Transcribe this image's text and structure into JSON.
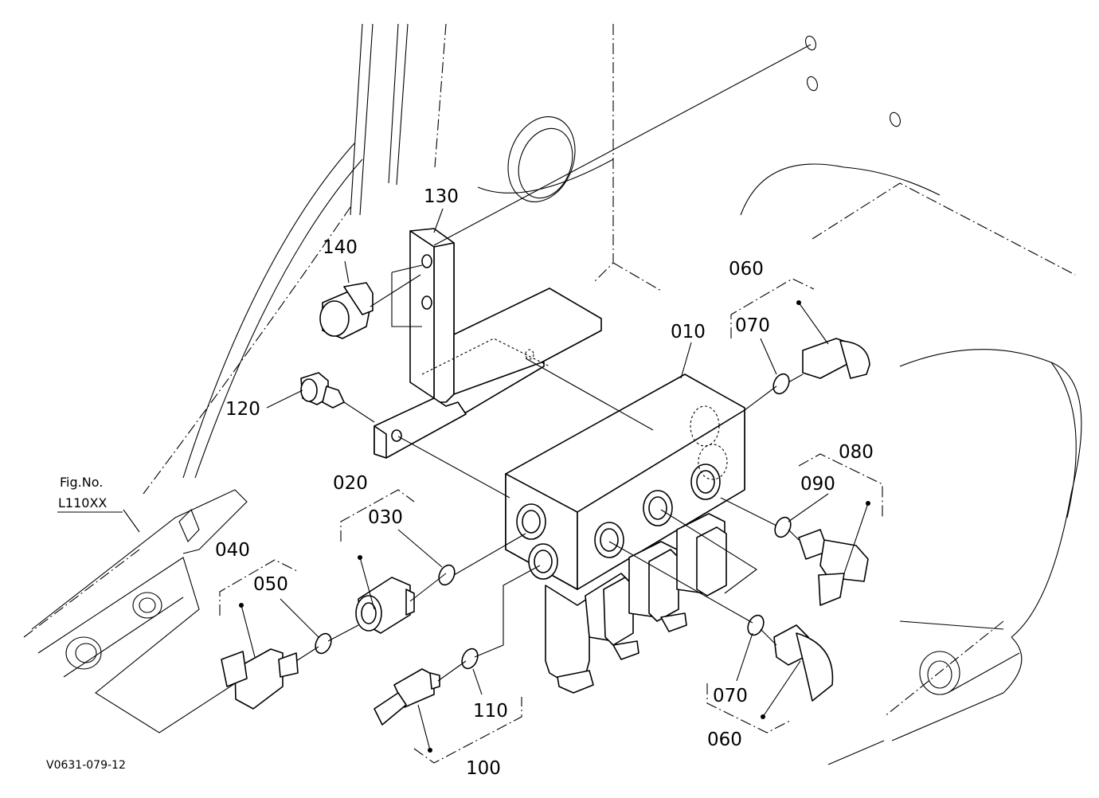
{
  "figure": {
    "fig_no_label": "Fig.No.",
    "fig_no_value": "L110XX",
    "drawing_code": "V0631-079-12"
  },
  "callouts": {
    "p010": "010",
    "p020": "020",
    "p030": "030",
    "p040": "040",
    "p050": "050",
    "p060a": "060",
    "p070a": "070",
    "p060b": "060",
    "p070b": "070",
    "p080": "080",
    "p090": "090",
    "p100": "100",
    "p110": "110",
    "p120": "120",
    "p130": "130",
    "p140": "140"
  }
}
